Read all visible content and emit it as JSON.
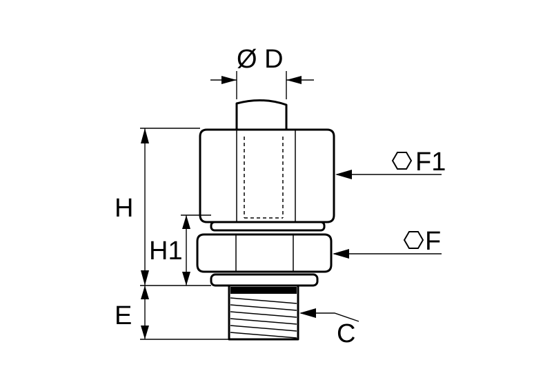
{
  "labels": {
    "diameter": "Ø D",
    "height_total": "H",
    "height_nut": "H1",
    "thread_length": "E",
    "hex_upper": "F1",
    "hex_lower": "F",
    "thread": "C"
  }
}
